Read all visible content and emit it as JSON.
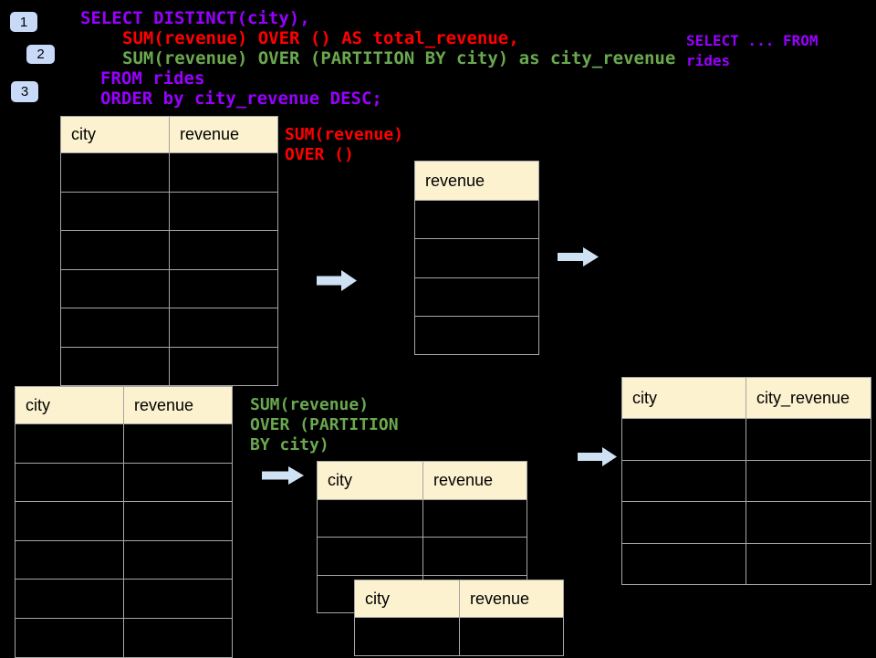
{
  "colors": {
    "background": "#000000",
    "sql_purple": "#9900ff",
    "sql_red": "#ff0000",
    "sql_green": "#6aa84f",
    "table_header_bg": "#fcf2cf",
    "table_border": "#a6a6a6",
    "arrow_fill": "#cfe2f3",
    "badge_bg": "#c9daf8"
  },
  "badges": [
    {
      "label": "1"
    },
    {
      "label": "2"
    },
    {
      "label": "3"
    }
  ],
  "sql": {
    "lines": [
      {
        "text": "SELECT DISTINCT(city),",
        "color": "purple"
      },
      {
        "text": "SUM(revenue) OVER () AS total_revenue,",
        "color": "red"
      },
      {
        "text": "SUM(revenue) OVER (PARTITION BY city) as city_revenue",
        "color": "green"
      },
      {
        "text": "FROM rides",
        "color": "purple"
      },
      {
        "text": "ORDER by city_revenue DESC;",
        "color": "purple"
      }
    ]
  },
  "side_snippet": {
    "lines": [
      {
        "text": "SELECT ... FROM",
        "color": "purple"
      },
      {
        "text": "rides",
        "color": "purple"
      }
    ]
  },
  "total_revenue_label": {
    "lines": [
      {
        "text": "SUM(revenue)",
        "color": "red"
      },
      {
        "text": "OVER ()",
        "color": "red"
      }
    ]
  },
  "partition_label": {
    "lines": [
      {
        "text": "SUM(revenue)",
        "color": "green"
      },
      {
        "text": "OVER (PARTITION",
        "color": "green"
      },
      {
        "text": "BY city)",
        "color": "green"
      }
    ]
  },
  "tables": {
    "source_top": {
      "columns": [
        "city",
        "revenue"
      ],
      "rows": 6
    },
    "total_result": {
      "columns": [
        "revenue"
      ],
      "rows": 4
    },
    "source_bottom": {
      "columns": [
        "city",
        "revenue"
      ],
      "rows": 6
    },
    "partition_mid_back": {
      "columns": [
        "city",
        "revenue"
      ],
      "rows": 3
    },
    "partition_mid_front": {
      "columns": [
        "city",
        "revenue"
      ],
      "rows": 1
    },
    "city_revenue_result": {
      "columns": [
        "city",
        "city_revenue"
      ],
      "rows": 4
    }
  }
}
